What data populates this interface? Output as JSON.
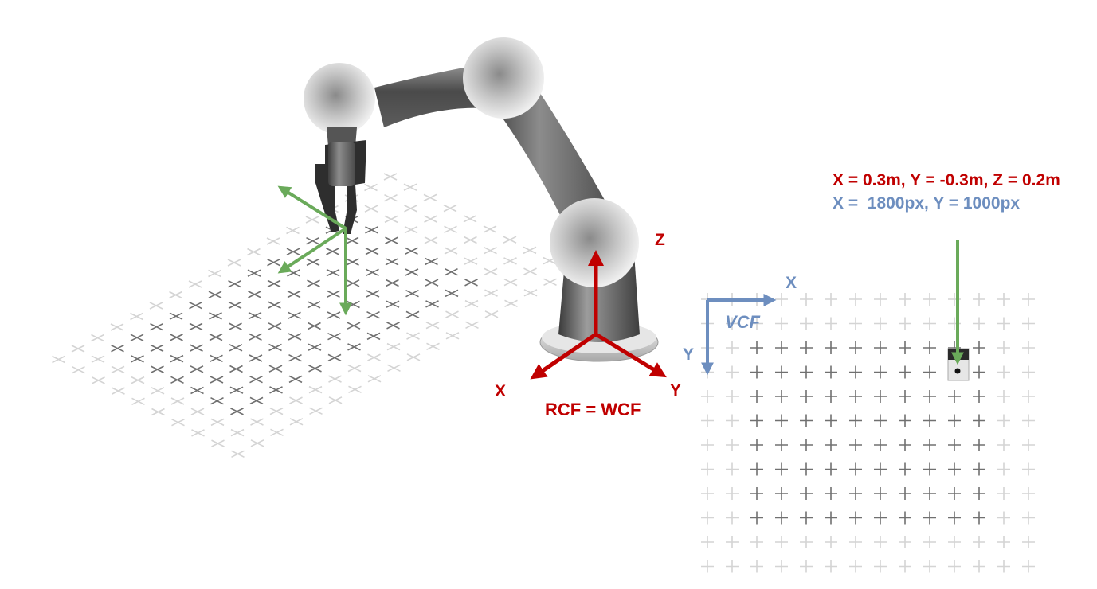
{
  "colors": {
    "robot_frame": "#c00000",
    "vision_frame": "#6d8ebf",
    "tool_frame": "#6aaa5a",
    "grid_light": "#d4d4d4",
    "grid_dark": "#707070",
    "robot_body": "#6b6b6b"
  },
  "rcf": {
    "z_label": "Z",
    "x_label": "X",
    "y_label": "Y",
    "caption": "RCF = WCF"
  },
  "vcf": {
    "x_label": "X",
    "y_label": "Y",
    "caption": "VCF"
  },
  "target": {
    "robot_coords": "X = 0.3m, Y = -0.3m, Z = 0.2m",
    "pixel_coords": "X =  1800px, Y = 1000px"
  }
}
